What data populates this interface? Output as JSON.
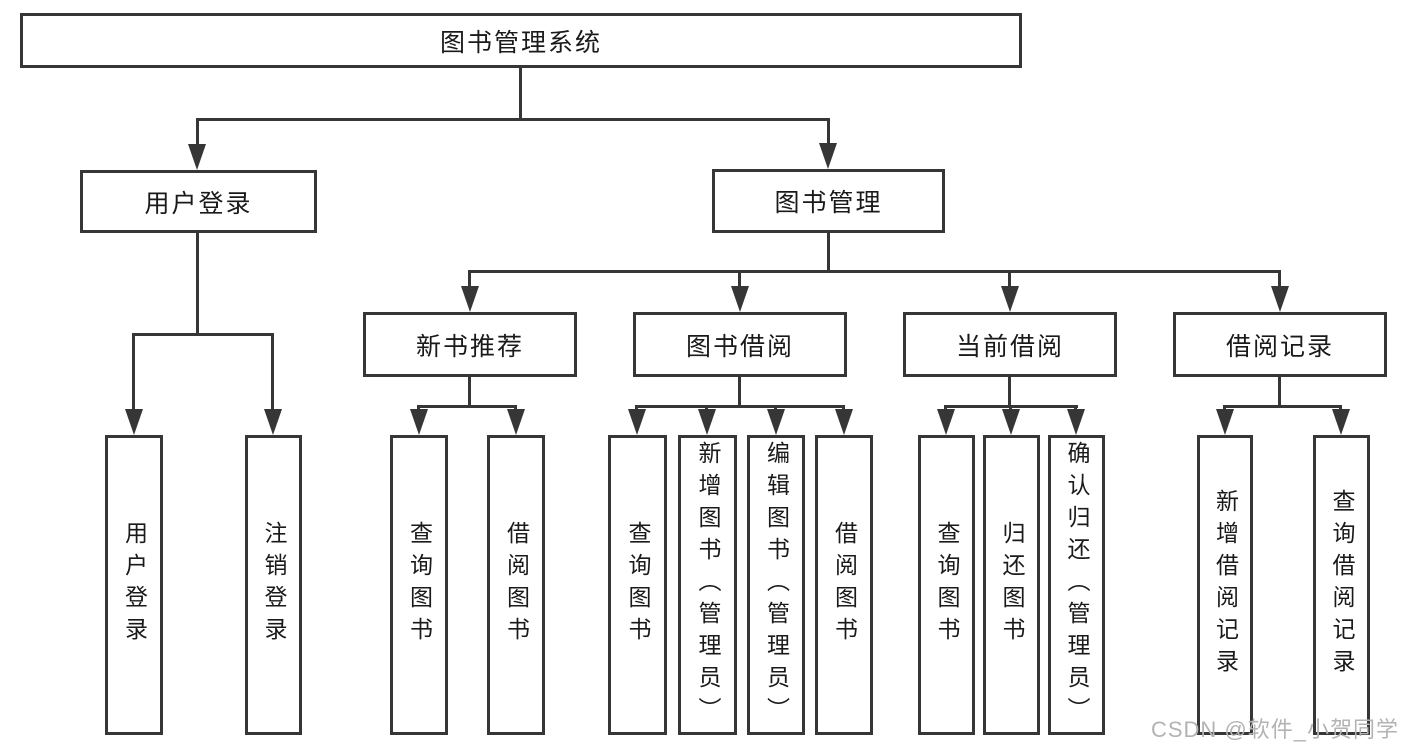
{
  "colors": {
    "line": "#363636",
    "text": "#1a1a1a",
    "watermark": "#b3b3b3",
    "box_fill": "#ffffff"
  },
  "watermark": "CSDN @软件_小贺同学",
  "tree": {
    "root": "图书管理系统",
    "branches": [
      {
        "label": "用户登录",
        "children": [
          "用户登录",
          "注销登录"
        ]
      },
      {
        "label": "图书管理",
        "children": [
          {
            "label": "新书推荐",
            "children": [
              "查询图书",
              "借阅图书"
            ]
          },
          {
            "label": "图书借阅",
            "children": [
              "查询图书",
              "新增图书（管理员）",
              "编辑图书（管理员）",
              "借阅图书"
            ]
          },
          {
            "label": "当前借阅",
            "children": [
              "查询图书",
              "归还图书",
              "确认归还（管理员）"
            ]
          },
          {
            "label": "借阅记录",
            "children": [
              "新增借阅记录",
              "查询借阅记录"
            ]
          }
        ]
      }
    ]
  }
}
